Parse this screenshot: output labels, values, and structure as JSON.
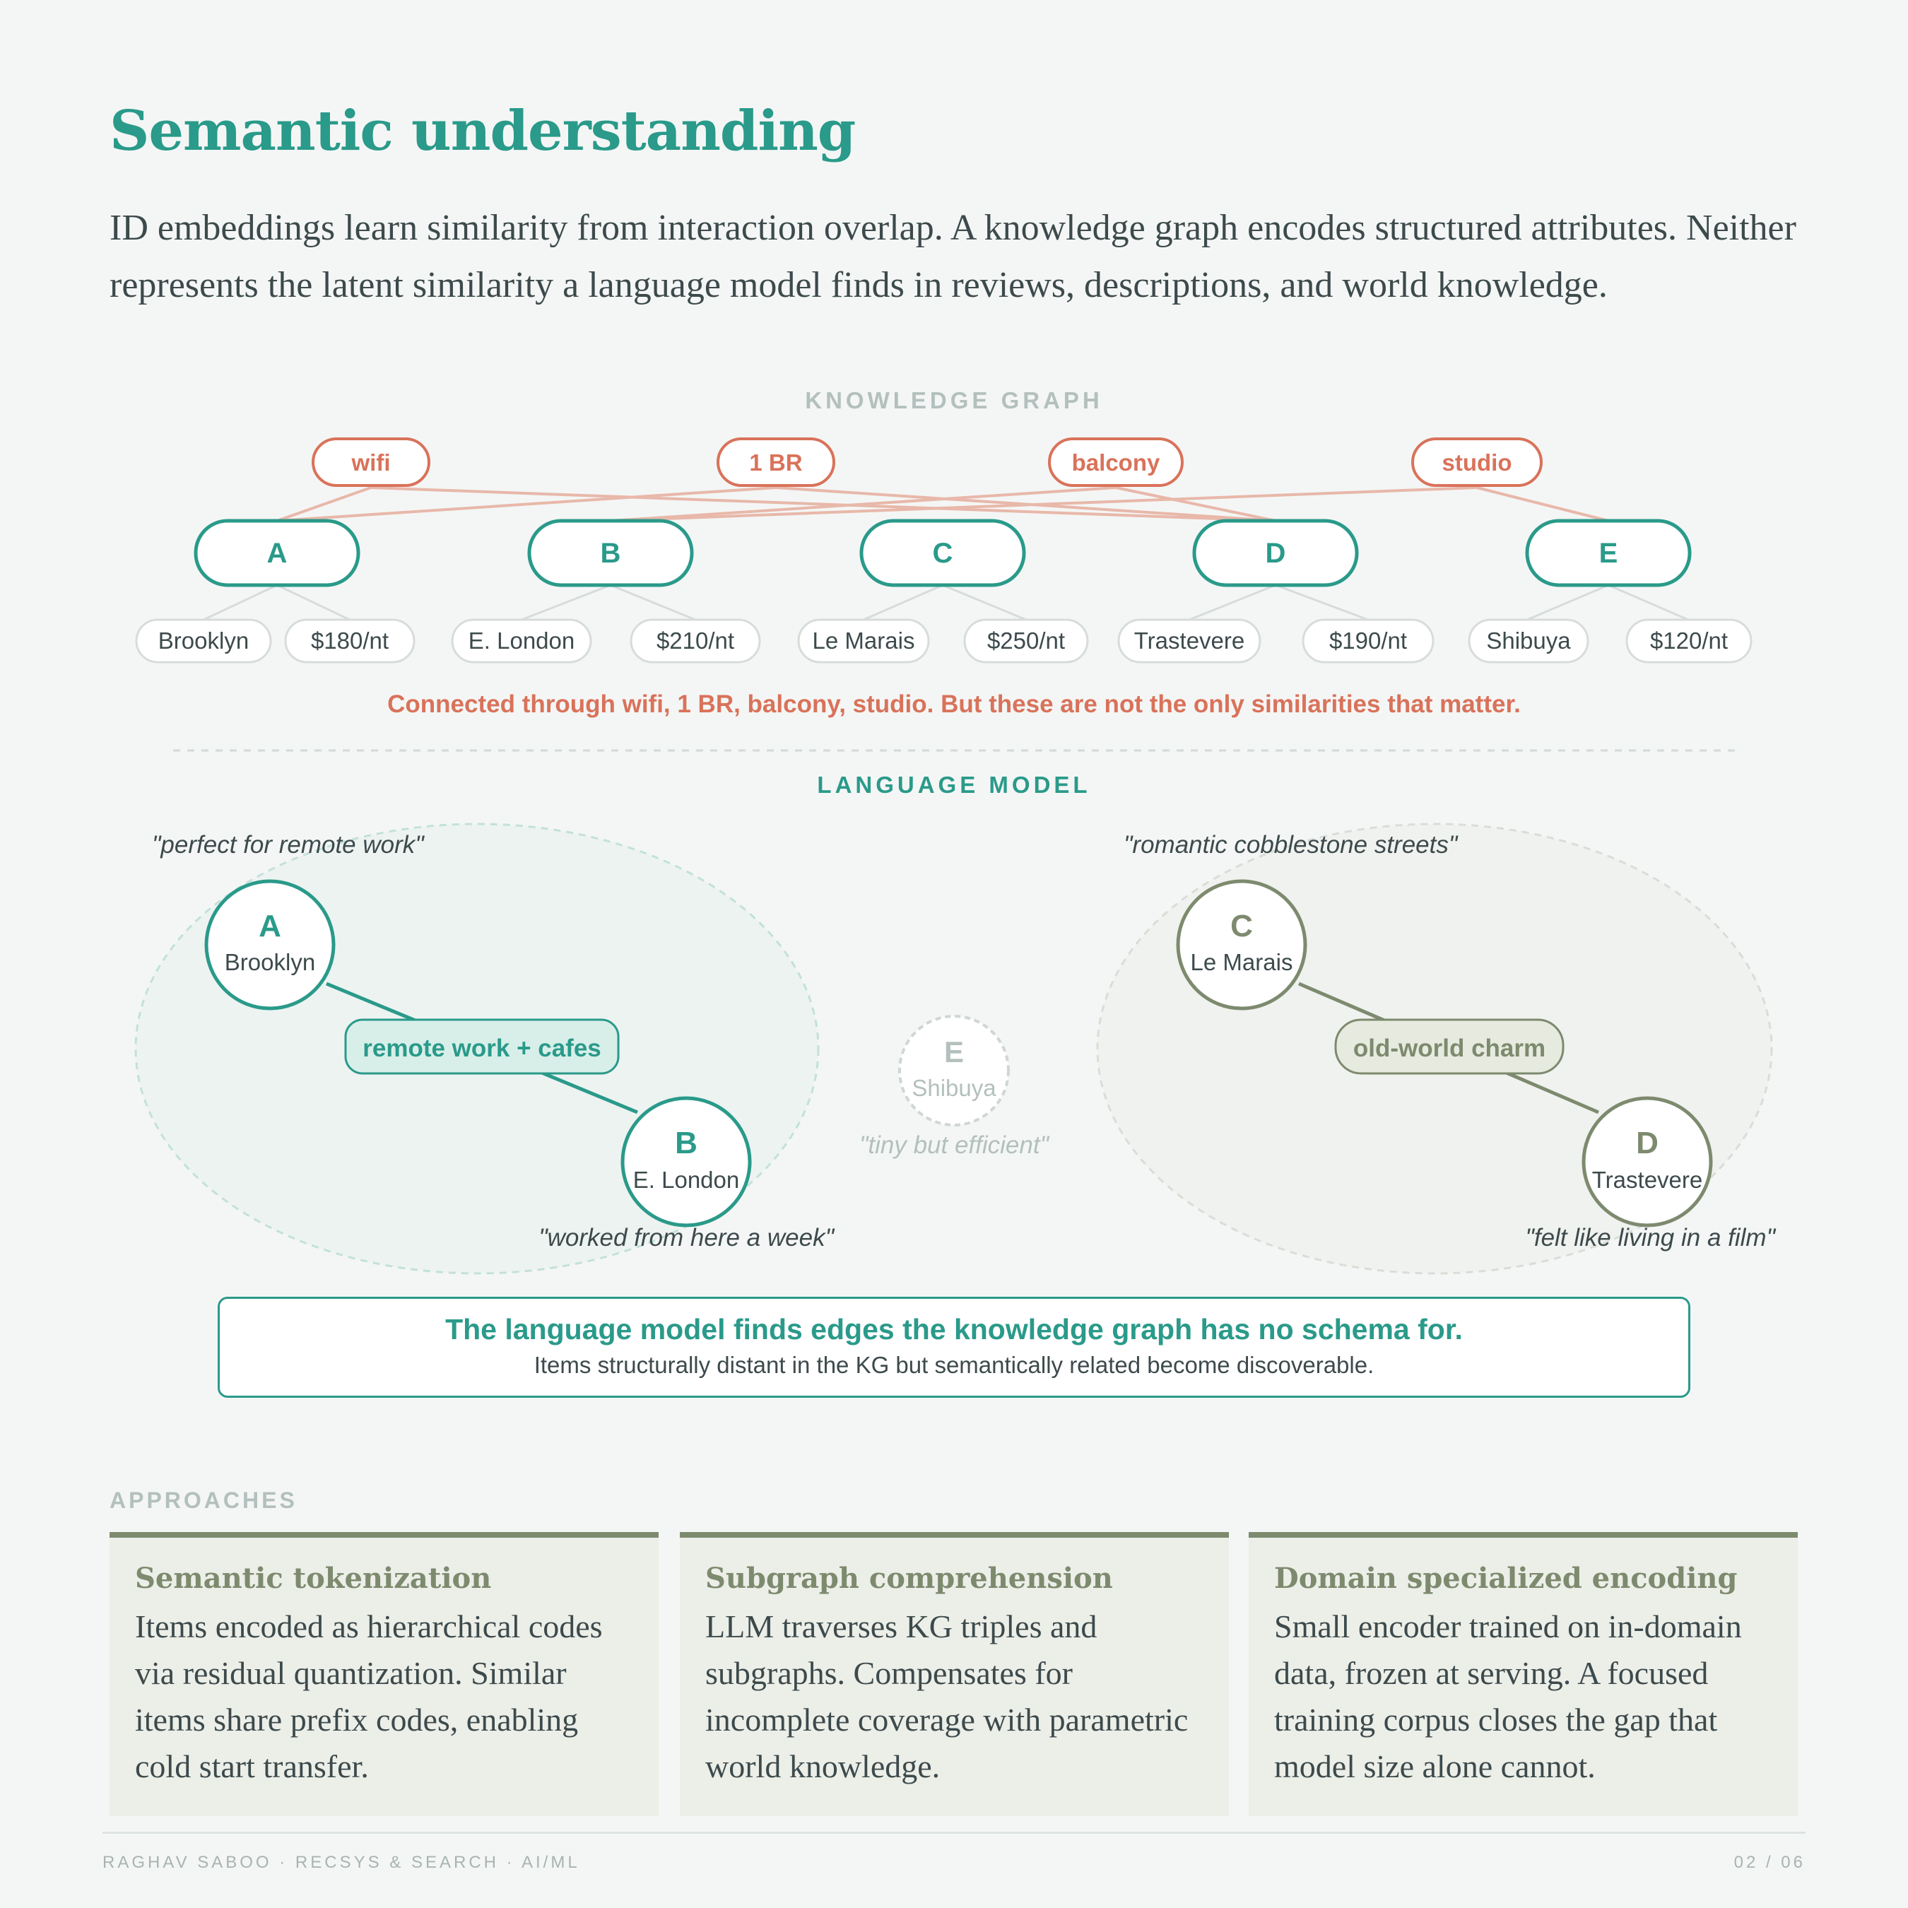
{
  "header": {
    "title": "Semantic understanding",
    "lead": "ID embeddings learn similarity from interaction overlap. A knowledge graph encodes structured attributes. Neither represents the latent similarity a language model finds in reviews, descriptions, and world knowledge."
  },
  "knowledge_graph": {
    "label": "KNOWLEDGE GRAPH",
    "attributes": [
      "wifi",
      "1 BR",
      "balcony",
      "studio"
    ],
    "items": [
      {
        "id": "A",
        "location": "Brooklyn",
        "price": "$180/nt"
      },
      {
        "id": "B",
        "location": "E. London",
        "price": "$210/nt"
      },
      {
        "id": "C",
        "location": "Le Marais",
        "price": "$250/nt"
      },
      {
        "id": "D",
        "location": "Trastevere",
        "price": "$190/nt"
      },
      {
        "id": "E",
        "location": "Shibuya",
        "price": "$120/nt"
      }
    ],
    "edges": [
      {
        "attribute": "wifi",
        "item": "A"
      },
      {
        "attribute": "wifi",
        "item": "D"
      },
      {
        "attribute": "1 BR",
        "item": "A"
      },
      {
        "attribute": "1 BR",
        "item": "D"
      },
      {
        "attribute": "balcony",
        "item": "B"
      },
      {
        "attribute": "balcony",
        "item": "D"
      },
      {
        "attribute": "studio",
        "item": "B"
      },
      {
        "attribute": "studio",
        "item": "E"
      }
    ],
    "note": "Connected through wifi, 1 BR, balcony, studio. But these are not the only similarities that matter."
  },
  "language_model": {
    "label": "LANGUAGE MODEL",
    "clusters": [
      {
        "quote_top": "\"perfect for remote work\"",
        "quote_bottom": "\"worked from here a week\"",
        "node1": {
          "id": "A",
          "location": "Brooklyn"
        },
        "node2": {
          "id": "B",
          "location": "E. London"
        },
        "edge_label": "remote work + cafes"
      },
      {
        "quote_top": "\"romantic cobblestone streets\"",
        "quote_bottom": "\"felt like living in a film\"",
        "node1": {
          "id": "C",
          "location": "Le Marais"
        },
        "node2": {
          "id": "D",
          "location": "Trastevere"
        },
        "edge_label": "old-world charm"
      }
    ],
    "orphan": {
      "id": "E",
      "location": "Shibuya",
      "quote": "\"tiny but efficient\""
    }
  },
  "callout": {
    "title": "The language model finds edges the knowledge graph has no schema for.",
    "subtitle": "Items structurally distant in the KG but semantically related become discoverable."
  },
  "approaches": {
    "label": "APPROACHES",
    "cards": [
      {
        "title": "Semantic tokenization",
        "body": "Items encoded as hierarchical codes via residual quantization. Similar items share prefix codes, enabling cold start transfer."
      },
      {
        "title": "Subgraph comprehension",
        "body": "LLM traverses KG triples and subgraphs. Compensates for incomplete coverage with parametric world knowledge."
      },
      {
        "title": "Domain specialized encoding",
        "body": "Small encoder trained on in-domain data, frozen at serving. A focused training corpus closes the gap that model size alone cannot."
      }
    ]
  },
  "footer": {
    "left": "RAGHAV SABOO · RECSYS & SEARCH · AI/ML",
    "right": "02 / 06"
  },
  "colors": {
    "teal": "#2a9a8a",
    "coral": "#d9725a",
    "olive": "#7d8a6e",
    "text": "#3d4a4c",
    "muted": "#b3c0bd",
    "background": "#f4f6f5"
  }
}
